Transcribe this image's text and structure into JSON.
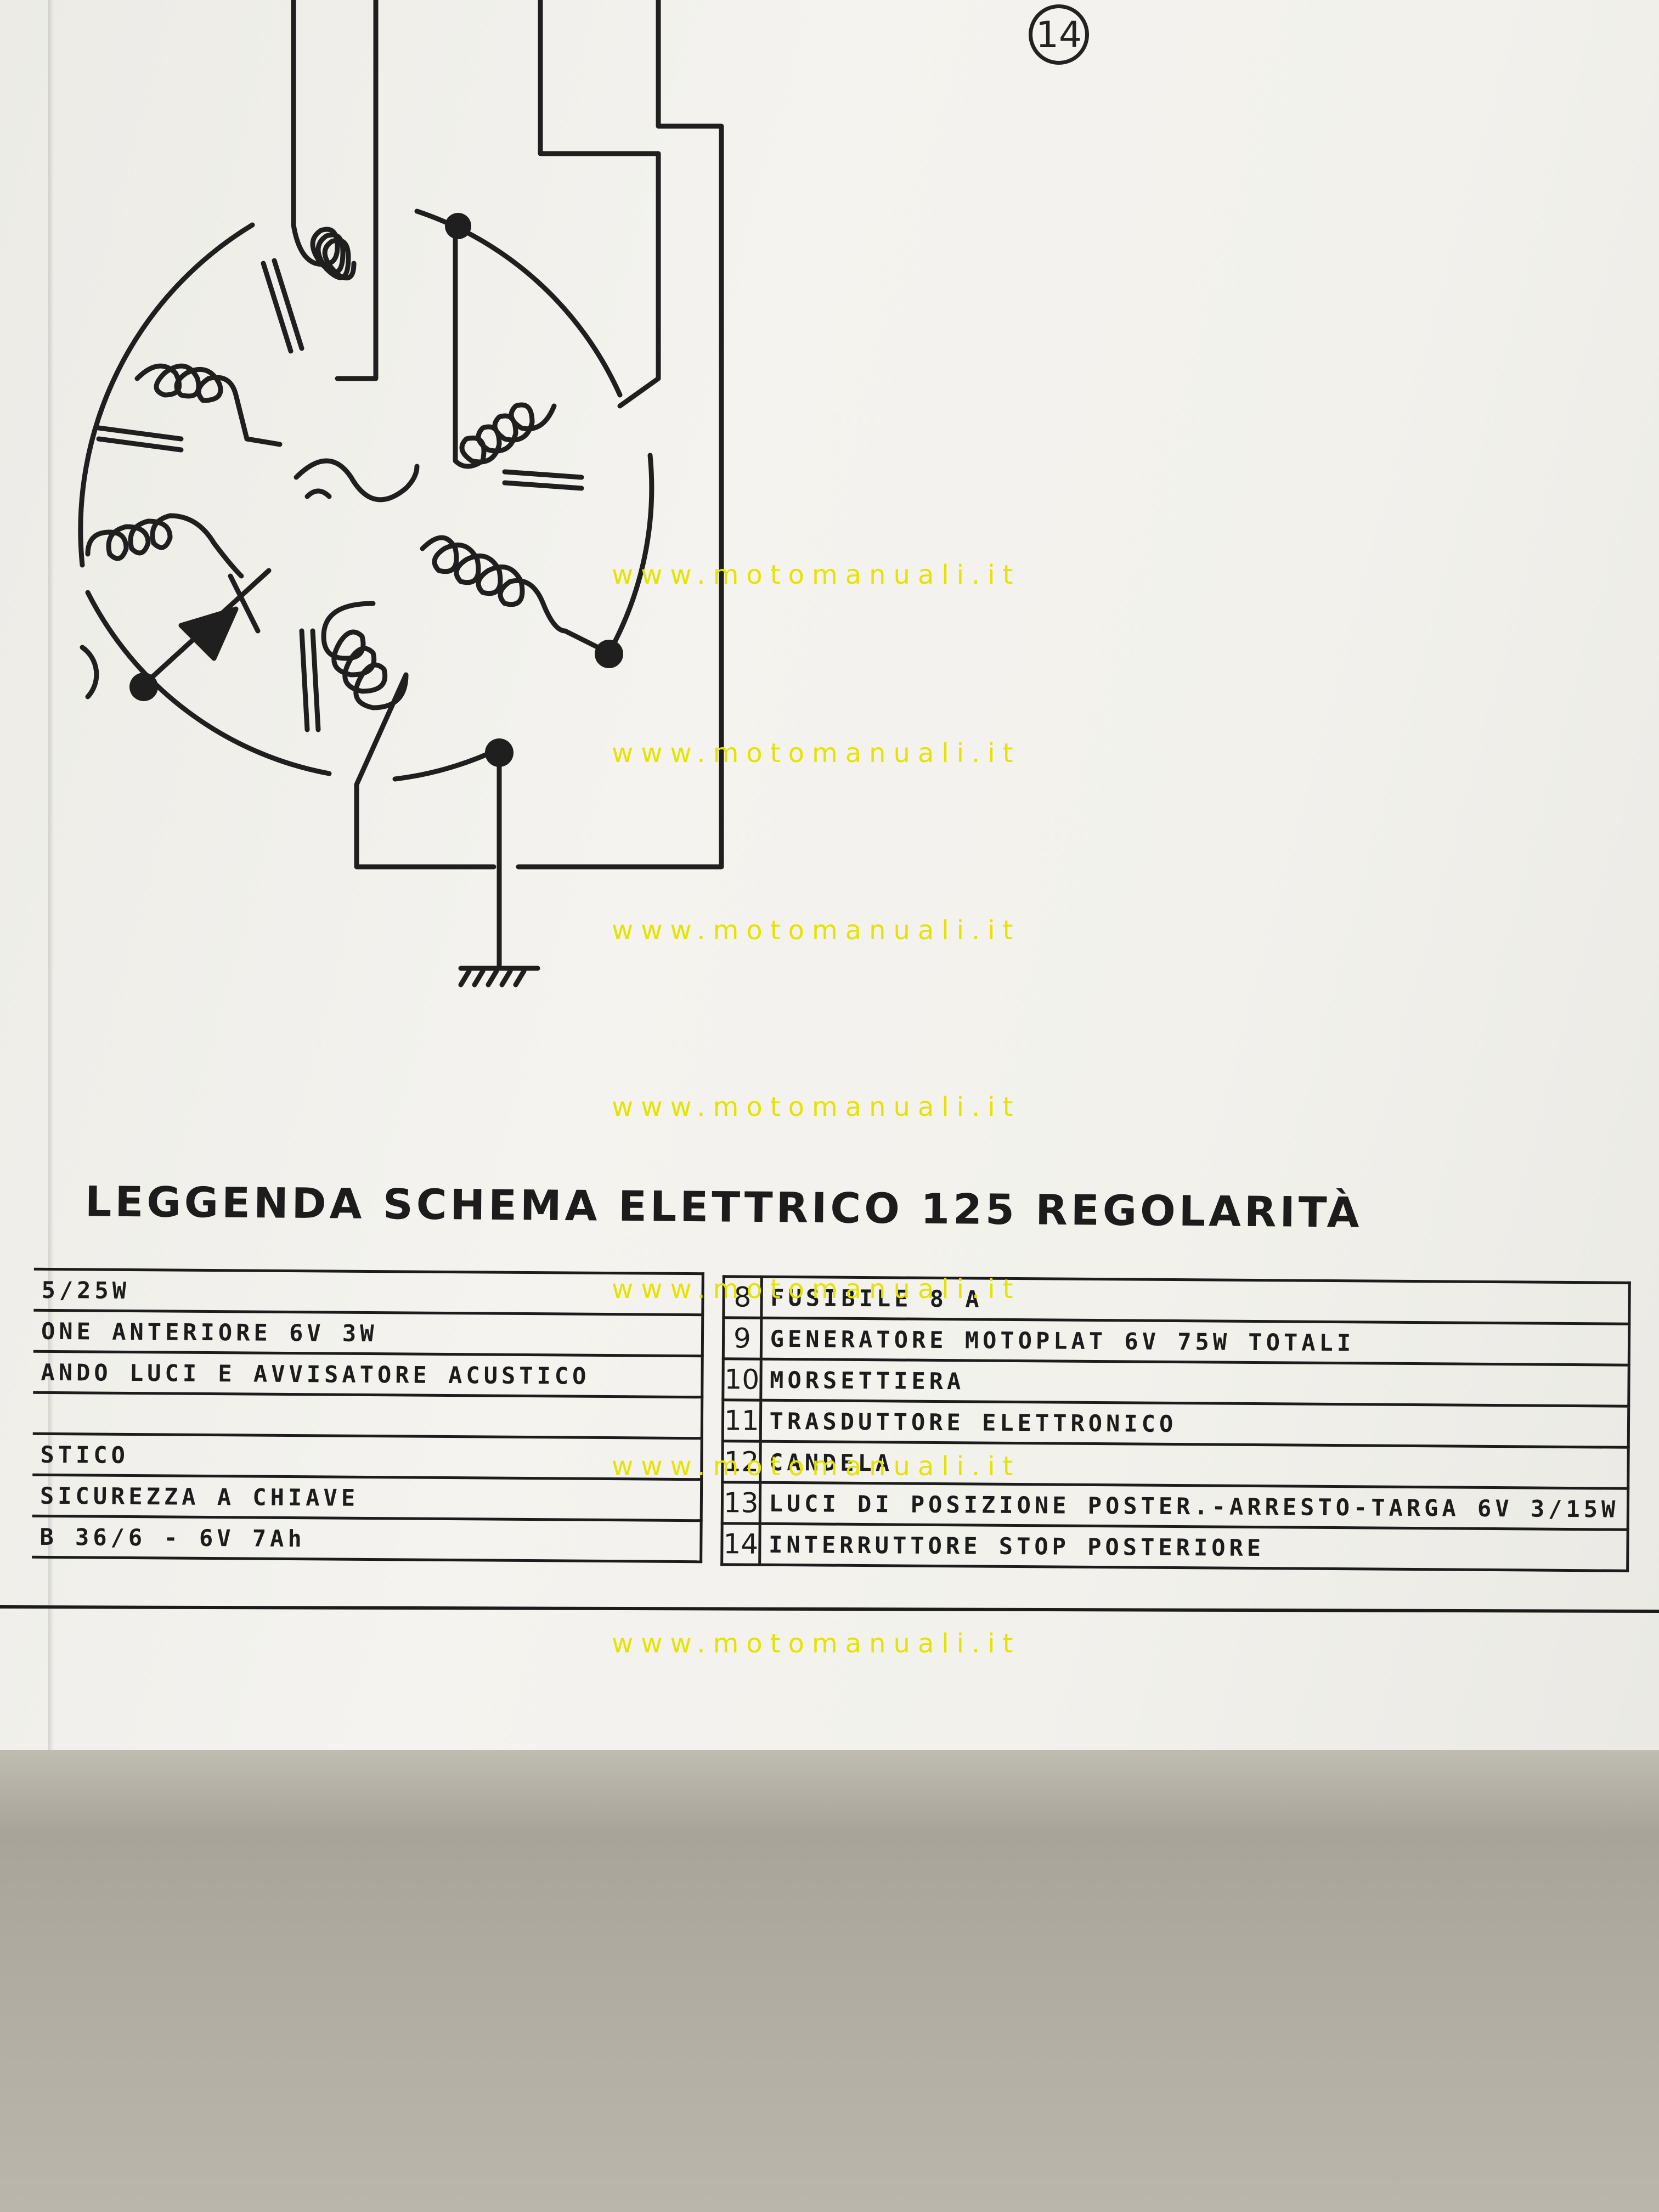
{
  "page": {
    "number": "14"
  },
  "legend": {
    "title": "LEGGENDA SCHEMA ELETTRICO 125 REGOLARITÀ",
    "left_rows": [
      {
        "text": "5/25W"
      },
      {
        "text": "ONE ANTERIORE 6V 3W"
      },
      {
        "text": "ANDO LUCI E AVVISATORE ACUSTICO"
      },
      {
        "text": ""
      },
      {
        "text": "STICO"
      },
      {
        "text": "SICUREZZA A CHIAVE"
      },
      {
        "text": "B 36/6 - 6V 7Ah"
      }
    ],
    "right_rows": [
      {
        "num": "8",
        "text": "FUSIBILE 8 A"
      },
      {
        "num": "9",
        "text": "GENERATORE MOTOPLAT 6V 75W TOTALI"
      },
      {
        "num": "10",
        "text": "MORSETTIERA"
      },
      {
        "num": "11",
        "text": "TRASDUTTORE ELETTRONICO"
      },
      {
        "num": "12",
        "text": "CANDELA"
      },
      {
        "num": "13",
        "text": "LUCI DI POSIZIONE POSTER.-ARRESTO-TARGA 6V 3/15W"
      },
      {
        "num": "14",
        "text": "INTERRUTTORE STOP POSTERIORE"
      }
    ]
  },
  "watermarks": [
    "www.motomanuali.it",
    "www.motomanuali.it",
    "www.motomanuali.it",
    "www.motomanuali.it",
    "www.motomanuali.it",
    "www.motomanuali.it",
    "www.motomanuali.it"
  ],
  "colors": {
    "ink": "#1c1c1c",
    "watermark": "#e4e400",
    "paper": "#f2f1ec"
  }
}
